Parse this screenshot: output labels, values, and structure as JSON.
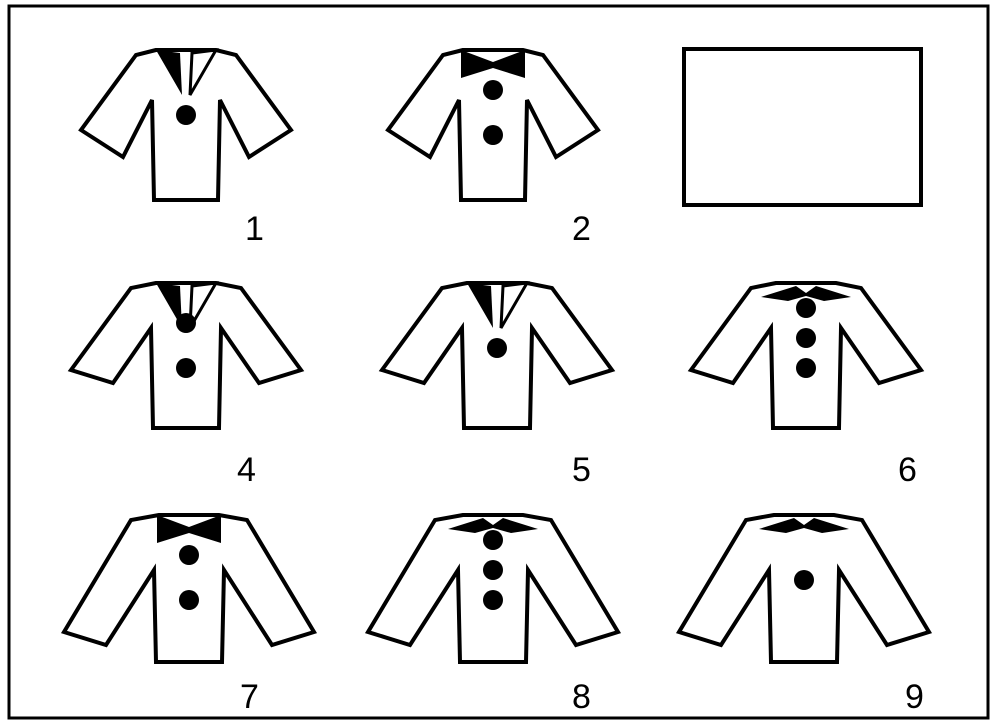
{
  "colors": {
    "ink": "#000000",
    "paper": "#ffffff"
  },
  "figures": [
    {
      "label": "1",
      "collar": "v",
      "sleeves": "short",
      "buttons": 1
    },
    {
      "label": "2",
      "collar": "bow",
      "sleeves": "short",
      "buttons": 2
    },
    {
      "label": "",
      "blank": true
    },
    {
      "label": "4",
      "collar": "v",
      "sleeves": "medium",
      "buttons": 2
    },
    {
      "label": "5",
      "collar": "v",
      "sleeves": "medium",
      "buttons": 1
    },
    {
      "label": "6",
      "collar": "wing",
      "sleeves": "medium",
      "buttons": 3
    },
    {
      "label": "7",
      "collar": "bow",
      "sleeves": "long",
      "buttons": 2
    },
    {
      "label": "8",
      "collar": "wing",
      "sleeves": "long",
      "buttons": 3
    },
    {
      "label": "9",
      "collar": "wing",
      "sleeves": "long",
      "buttons": 1
    }
  ]
}
